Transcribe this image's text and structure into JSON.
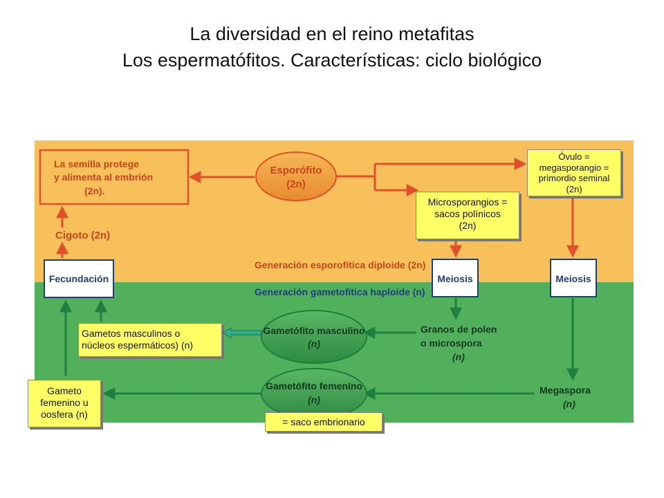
{
  "title": {
    "line1": "La diversidad en el reino metafitas",
    "line2": "Los espermatófitos. Características: ciclo biológico"
  },
  "diagram": {
    "colors": {
      "top_band": "#f8c05a",
      "bottom_band": "#52b05c",
      "arrow_red": "#e0502a",
      "arrow_green": "#1f7f3c",
      "text_red": "#c8451c",
      "text_blue": "#1a3f7a",
      "text_dark_green": "#0f3a1e",
      "ellipse_orange": "#f29a3a",
      "ellipse_green": "#3f9a4f"
    },
    "semilla": [
      "La semilla protege",
      "y alimenta al embrión",
      "(2n)."
    ],
    "esporofito": [
      "Esporófito",
      "(2n)"
    ],
    "cigoto": "Cigoto (2n)",
    "fecundacion": "Fecundación",
    "gen_esporofitica": "Generación esporofítica diploide (2n)",
    "gen_gametofitica": "Generación gametofítica haploide (n)",
    "meiosis_left": "Meiosis",
    "meiosis_right": "Meiosis",
    "gametofito_masculino": [
      "Gametófito masculino",
      "(n)"
    ],
    "gametofito_femenino": [
      "Gametófito femenino",
      "(n)"
    ],
    "granos": [
      "Granos de polen",
      "o microspora",
      "(n)"
    ],
    "megaspora": [
      "Megaspora",
      "(n)"
    ]
  },
  "notes": {
    "ovulo": [
      "Óvulo =",
      "megasporangio =",
      "primordio seminal",
      "(2n)"
    ],
    "microsporangios": [
      "Microsporangios =",
      "sacos polínicos",
      "(2n)"
    ],
    "gametos_masculinos": [
      "Gametos masculinos o",
      "núcleos espermáticos) (n)"
    ],
    "gameto_femenino": [
      "Gameto",
      "femenino u",
      "oosfera (n)"
    ],
    "saco": "= saco embrionario"
  }
}
